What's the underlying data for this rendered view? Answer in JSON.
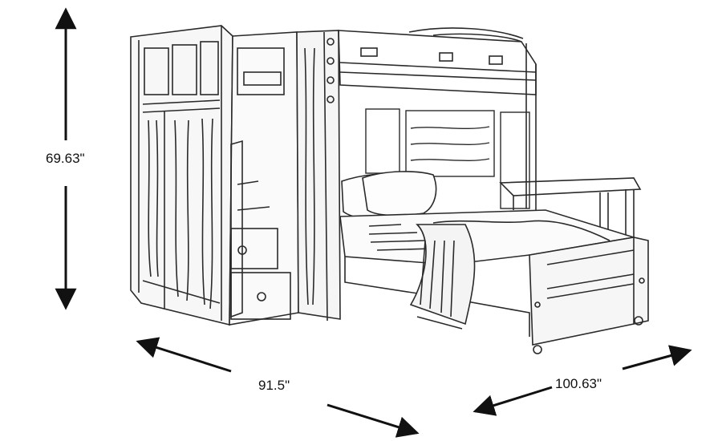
{
  "dimensions": {
    "height": "69.63\"",
    "width": "91.5\"",
    "depth": "100.63\""
  },
  "colors": {
    "line": "#1a1a1a",
    "wood": "#3a3a3a",
    "background": "#ffffff"
  }
}
